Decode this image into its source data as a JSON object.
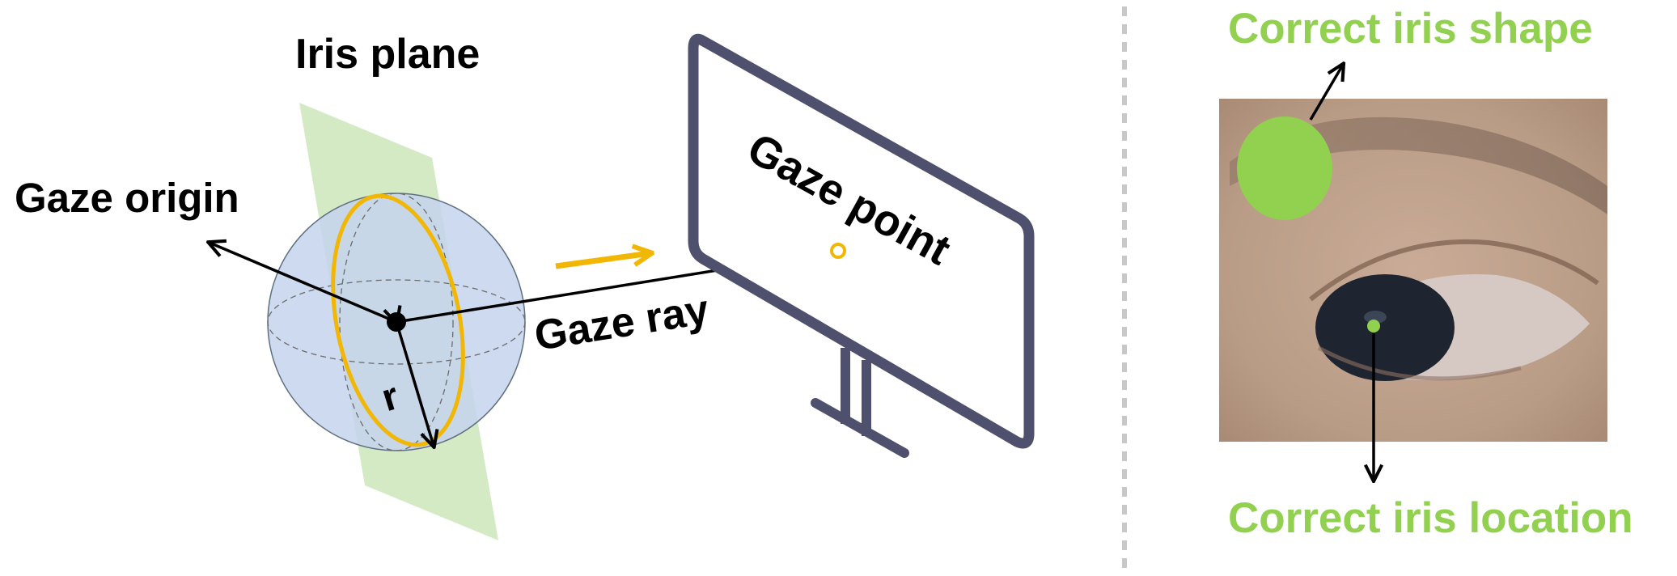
{
  "left_panel": {
    "iris_plane_label": "Iris plane",
    "gaze_origin_label": "Gaze origin",
    "radius_label": "r",
    "gaze_ray_label": "Gaze ray",
    "gaze_point_label": "Gaze point"
  },
  "right_panel": {
    "iris_shape_label": "Correct iris shape",
    "iris_location_label": "Correct iris location"
  },
  "colors": {
    "plane": "#cfe8bf",
    "eyeball": "#c4d4ec",
    "iris_ellipse": "#f2b705",
    "monitor": "#4f4f6e",
    "annotation_green": "#92d050",
    "divider": "#c8c8c8",
    "text": "#000000"
  }
}
